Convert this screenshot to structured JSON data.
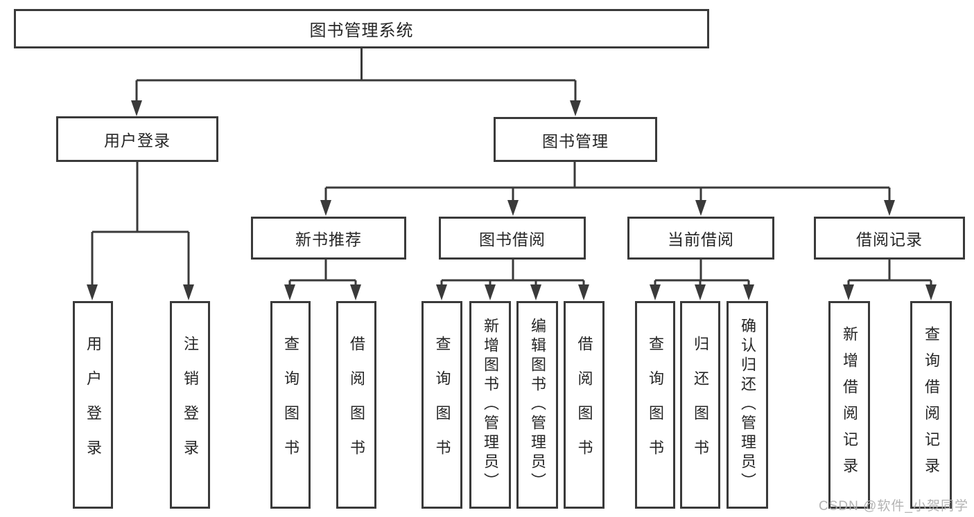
{
  "root": {
    "label": "图书管理系统"
  },
  "branches": [
    {
      "label": "用户登录",
      "children": [
        {
          "label": "用户登录"
        },
        {
          "label": "注销登录"
        }
      ]
    },
    {
      "label": "图书管理",
      "groups": [
        {
          "label": "新书推荐",
          "children": [
            {
              "label": "查询图书"
            },
            {
              "label": "借阅图书"
            }
          ]
        },
        {
          "label": "图书借阅",
          "children": [
            {
              "label": "查询图书"
            },
            {
              "label": "新增图书（管理员）"
            },
            {
              "label": "编辑图书（管理员）"
            },
            {
              "label": "借阅图书"
            }
          ]
        },
        {
          "label": "当前借阅",
          "children": [
            {
              "label": "查询图书"
            },
            {
              "label": "归还图书"
            },
            {
              "label": "确认归还（管理员）"
            }
          ]
        },
        {
          "label": "借阅记录",
          "children": [
            {
              "label": "新增借阅记录"
            },
            {
              "label": "查询借阅记录"
            }
          ]
        }
      ]
    }
  ],
  "watermark": "CSDN @软件_小贺同学",
  "colors": {
    "line": "#3a3a3a",
    "text": "#262626",
    "watermark": "#afafaf",
    "background": "#ffffff"
  }
}
